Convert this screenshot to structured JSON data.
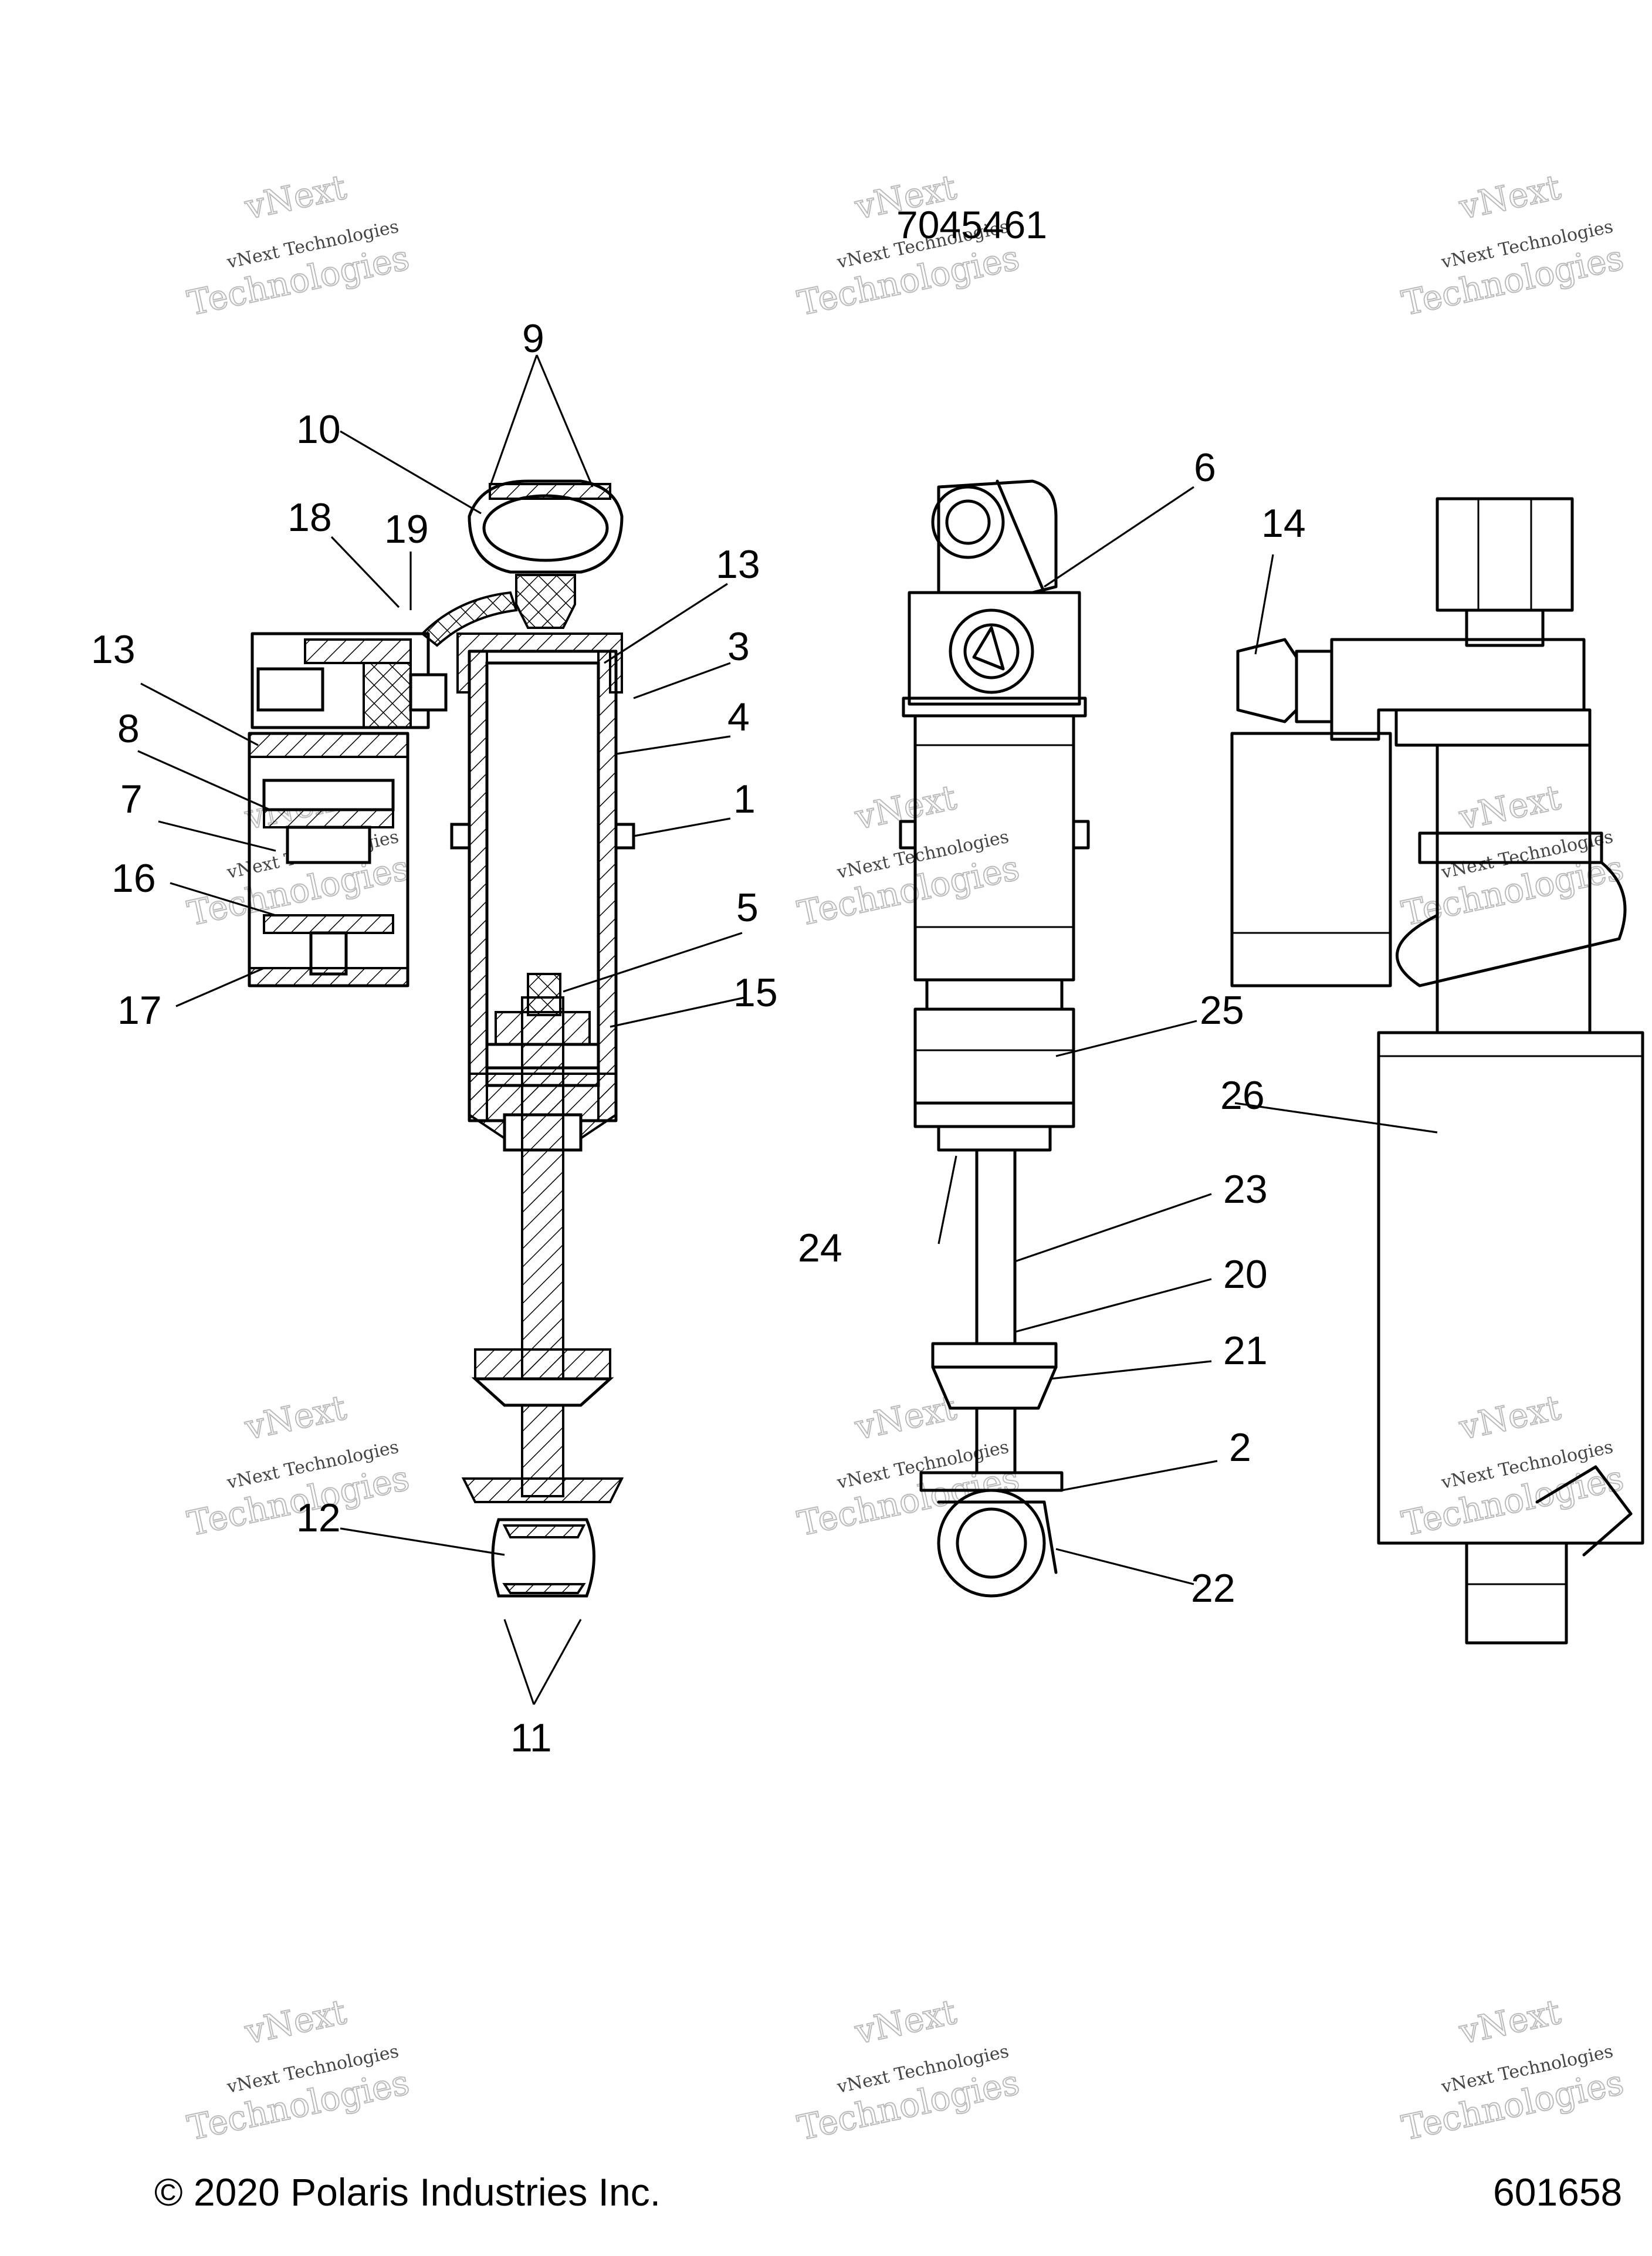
{
  "diagram": {
    "part_number": "7045461",
    "copyright": "© 2020 Polaris Industries Inc.",
    "figure_id": "601658",
    "watermark": {
      "line1": "vNext Technologies",
      "line2": "vNext",
      "line3": "Technologies"
    },
    "callouts": {
      "c1": "1",
      "c2": "2",
      "c3": "3",
      "c4": "4",
      "c5": "5",
      "c6": "6",
      "c7": "7",
      "c8": "8",
      "c9": "9",
      "c10": "10",
      "c11": "11",
      "c12": "12",
      "c13a": "13",
      "c13b": "13",
      "c14": "14",
      "c15": "15",
      "c16": "16",
      "c17": "17",
      "c18": "18",
      "c19": "19",
      "c20": "20",
      "c21": "21",
      "c22": "22",
      "c23": "23",
      "c24": "24",
      "c25": "25",
      "c26": "26"
    }
  }
}
